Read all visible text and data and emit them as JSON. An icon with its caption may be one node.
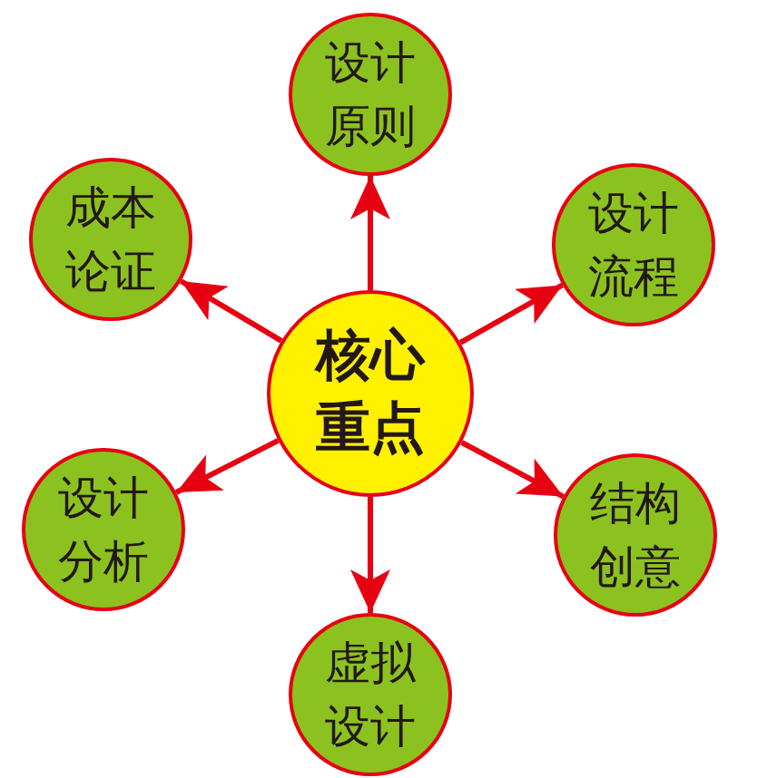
{
  "diagram": {
    "nodes": [
      {
        "text": [
          "设计原则"
        ]
      },
      {
        "text": [
          "成本论证"
        ]
      },
      {
        "text": [
          "设计流程"
        ]
      },
      {
        "text": [
          "核心重点"
        ]
      },
      {
        "text": [
          "设计分析"
        ]
      },
      {
        "text": [
          "结构创意"
        ]
      },
      {
        "text": [
          "虚拟设计"
        ]
      }
    ],
    "edges": [
      {
        "from": 3,
        "to": 0,
        "arrow": "to"
      },
      {
        "from": 3,
        "to": 1,
        "arrow": "to"
      },
      {
        "from": 3,
        "to": 2,
        "arrow": "to"
      },
      {
        "from": 3,
        "to": 4,
        "arrow": "to"
      },
      {
        "from": 3,
        "to": 5,
        "arrow": "to"
      },
      {
        "from": 3,
        "to": 6,
        "arrow": "to"
      }
    ]
  }
}
